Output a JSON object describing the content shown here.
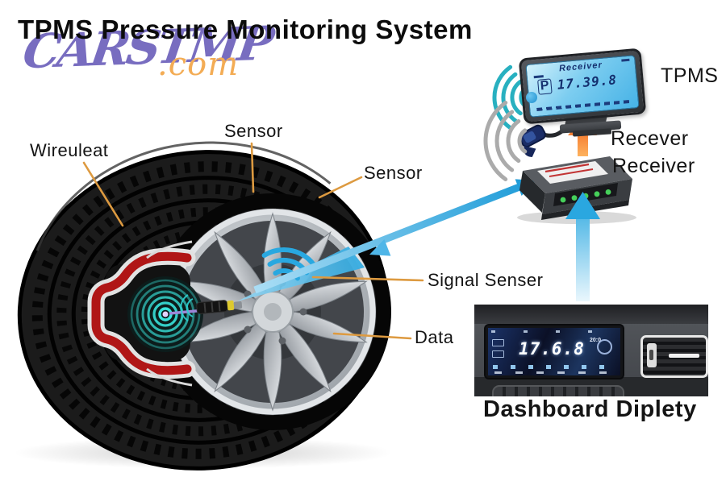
{
  "title": "TPMS Pressure Monitoring System",
  "watermark": {
    "name": "CARSTMP",
    "tld": ".com"
  },
  "labels": {
    "wire": "Wireuleat",
    "sensor_top": "Sensor",
    "sensor_right": "Sensor",
    "signal": "Signal Senser",
    "data": "Data",
    "tpms": "TPMS",
    "recever": "Recever",
    "receiver": "Receiver",
    "dashboard": "Dashboard Diplety"
  },
  "receiver_display": {
    "title": "Receiver",
    "p_symbol": "P",
    "value": "17.39.8"
  },
  "dashboard_display": {
    "value": "17.6.8",
    "badge": "20:0"
  },
  "icons": {
    "wheel_signal": "wifi-signal-icon",
    "monitor_signal": "wifi-signal-icon",
    "plug_signal": "wifi-signal-icon",
    "sensor_waves": "radio-waves-icon"
  },
  "colors": {
    "arrow_blue": "#2aa7e0",
    "arrow_orange": "#f6921e",
    "liner_red": "#b51818",
    "signal_cyan": "#39e2da",
    "wifi_teal": "#28b0c0",
    "wifi_gray": "#ababab",
    "label_line": "#dd9a40",
    "watermark_purple": "#7166bd",
    "com_orange": "#f3ac55"
  }
}
